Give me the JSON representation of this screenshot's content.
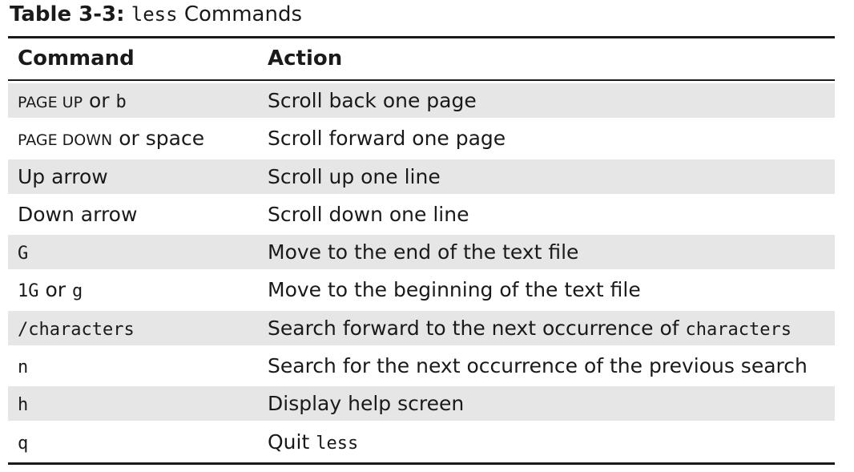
{
  "caption": {
    "label": "Table 3-3:",
    "code": "less",
    "text": " Commands"
  },
  "headers": {
    "command": "Command",
    "action": "Action"
  },
  "rows": [
    {
      "shade": true,
      "cmd": [
        {
          "t": "PAGE UP",
          "s": "sc"
        },
        {
          "t": " or ",
          "s": ""
        },
        {
          "t": "b",
          "s": "mono"
        }
      ],
      "act": [
        {
          "t": "Scroll back one page",
          "s": ""
        }
      ]
    },
    {
      "shade": false,
      "cmd": [
        {
          "t": "PAGE DOWN",
          "s": "sc"
        },
        {
          "t": " or space",
          "s": ""
        }
      ],
      "act": [
        {
          "t": "Scroll forward one page",
          "s": ""
        }
      ]
    },
    {
      "shade": true,
      "cmd": [
        {
          "t": "Up arrow",
          "s": ""
        }
      ],
      "act": [
        {
          "t": "Scroll up one line",
          "s": ""
        }
      ]
    },
    {
      "shade": false,
      "cmd": [
        {
          "t": "Down arrow",
          "s": ""
        }
      ],
      "act": [
        {
          "t": "Scroll down one line",
          "s": ""
        }
      ]
    },
    {
      "shade": true,
      "cmd": [
        {
          "t": "G",
          "s": "mono"
        }
      ],
      "act": [
        {
          "t": "Move to the end of the text file",
          "s": ""
        }
      ]
    },
    {
      "shade": false,
      "cmd": [
        {
          "t": "1G",
          "s": "mono"
        },
        {
          "t": " or ",
          "s": ""
        },
        {
          "t": "g",
          "s": "mono"
        }
      ],
      "act": [
        {
          "t": "Move to the beginning of the text file",
          "s": ""
        }
      ]
    },
    {
      "shade": true,
      "cmd": [
        {
          "t": "/characters",
          "s": "mono"
        }
      ],
      "act": [
        {
          "t": "Search forward to the next occurrence of ",
          "s": ""
        },
        {
          "t": "characters",
          "s": "mono"
        }
      ]
    },
    {
      "shade": false,
      "cmd": [
        {
          "t": "n",
          "s": "mono"
        }
      ],
      "act": [
        {
          "t": "Search for the next occurrence of the previous search",
          "s": ""
        }
      ]
    },
    {
      "shade": true,
      "cmd": [
        {
          "t": "h",
          "s": "mono"
        }
      ],
      "act": [
        {
          "t": "Display help screen",
          "s": ""
        }
      ]
    },
    {
      "shade": false,
      "cmd": [
        {
          "t": "q",
          "s": "mono"
        }
      ],
      "act": [
        {
          "t": "Quit ",
          "s": ""
        },
        {
          "t": "less",
          "s": "mono"
        }
      ]
    }
  ],
  "colors": {
    "rule": "#1a1a1a",
    "shade": "#e6e6e6",
    "text": "#1a1a1a"
  }
}
